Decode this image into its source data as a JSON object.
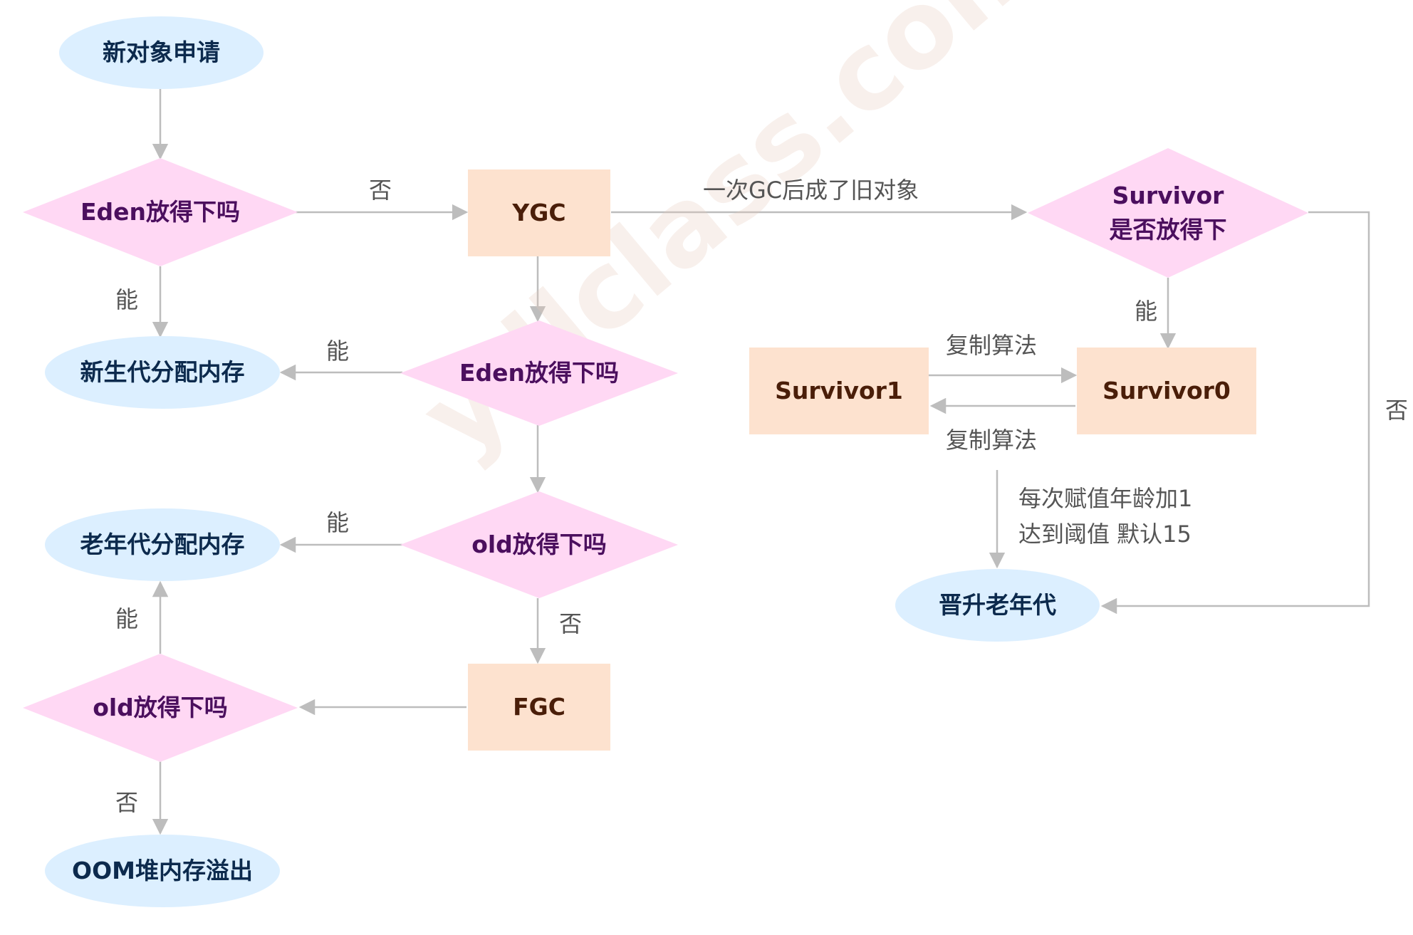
{
  "nodes": {
    "new_request": "新对象申请",
    "eden_check_1": "Eden放得下吗",
    "ygc": "YGC",
    "survivor_check_line1": "Survivor",
    "survivor_check_line2": "是否放得下",
    "young_alloc": "新生代分配内存",
    "eden_check_2": "Eden放得下吗",
    "survivor1": "Survivor1",
    "survivor0": "Survivor0",
    "old_alloc": "老年代分配内存",
    "old_check_1": "old放得下吗",
    "promote": "晋升老年代",
    "fgc": "FGC",
    "old_check_2": "old放得下吗",
    "oom": "OOM堆内存溢出"
  },
  "edge_labels": {
    "eden1_to_ygc": "否",
    "ygc_to_survivor": "一次GC后成了旧对象",
    "eden1_to_young": "能",
    "eden2_to_young": "能",
    "survivor_to_s0": "能",
    "s1_to_s0": "复制算法",
    "s0_to_s1": "复制算法",
    "survivor_no": "否",
    "old1_to_oldalloc": "能",
    "old1_to_fgc": "否",
    "old2_to_oldalloc": "能",
    "old2_to_oom": "否"
  },
  "notes": {
    "age_line1": "每次赋值年龄加1",
    "age_line2": "达到阈值 默认15"
  },
  "watermark": "ydlclass.com",
  "colors": {
    "ellipse_fill": "#dcefff",
    "rect_fill": "#fde2cf",
    "diamond_fill": "#ffd8f4",
    "edge": "#bdbdbd"
  }
}
